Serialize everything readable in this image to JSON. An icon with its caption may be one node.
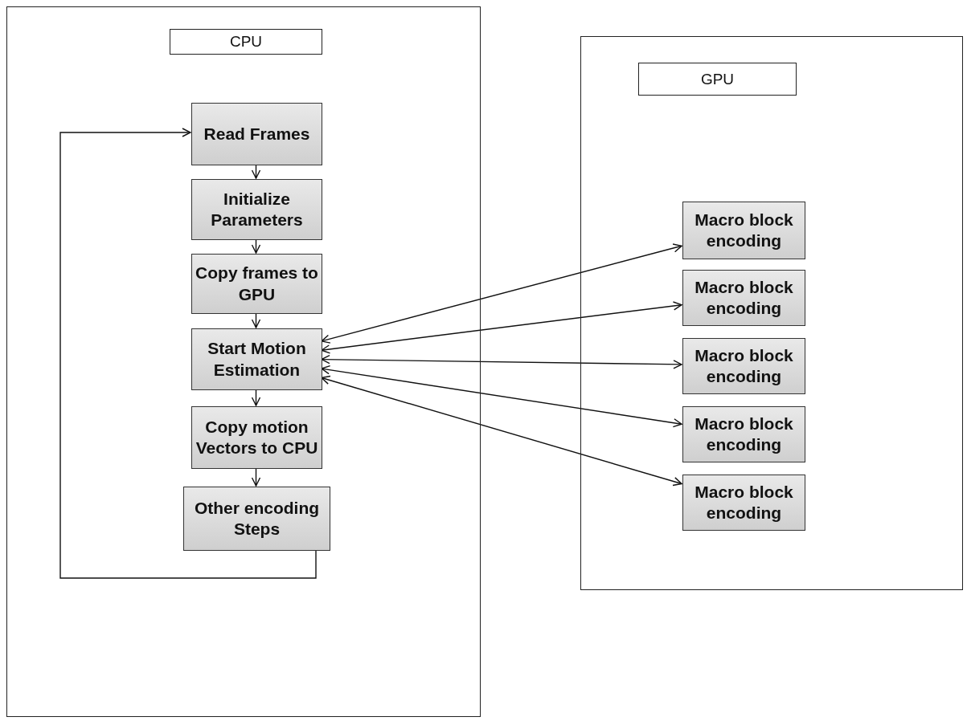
{
  "diagram": {
    "nodes": [
      {
        "text": [
          "CPU"
        ]
      },
      {
        "text": [
          "Read Frames"
        ],
        "in": 0
      },
      {
        "text": [
          "Initialize Parameters"
        ],
        "in": 0
      },
      {
        "text": [
          "Copy frames to GPU"
        ],
        "in": 0
      },
      {
        "text": [
          "Start Motion Estimation"
        ],
        "in": 0
      },
      {
        "text": [
          "Copy motion Vectors to CPU"
        ],
        "in": 0
      },
      {
        "text": [
          "Other encoding Steps"
        ],
        "in": 0
      },
      {
        "text": [
          "GPU"
        ]
      },
      {
        "text": [
          "Macro block encoding"
        ],
        "in": 7
      },
      {
        "text": [
          "Macro block encoding"
        ],
        "in": 7
      },
      {
        "text": [
          "Macro block encoding"
        ],
        "in": 7
      },
      {
        "text": [
          "Macro block encoding"
        ],
        "in": 7
      },
      {
        "text": [
          "Macro block encoding"
        ],
        "in": 7
      }
    ],
    "edges": [
      {
        "from": 1,
        "to": 2,
        "arrow": "to"
      },
      {
        "from": 2,
        "to": 3,
        "arrow": "to"
      },
      {
        "from": 3,
        "to": 4,
        "arrow": "to"
      },
      {
        "from": 4,
        "to": 5,
        "arrow": "to"
      },
      {
        "from": 5,
        "to": 6,
        "arrow": "to"
      },
      {
        "from": 6,
        "to": 1,
        "arrow": "to"
      },
      {
        "from": 4,
        "to": 8,
        "arrow": "both"
      },
      {
        "from": 4,
        "to": 9,
        "arrow": "both"
      },
      {
        "from": 4,
        "to": 10,
        "arrow": "both"
      },
      {
        "from": 4,
        "to": 11,
        "arrow": "both"
      },
      {
        "from": 4,
        "to": 12,
        "arrow": "both"
      }
    ]
  }
}
